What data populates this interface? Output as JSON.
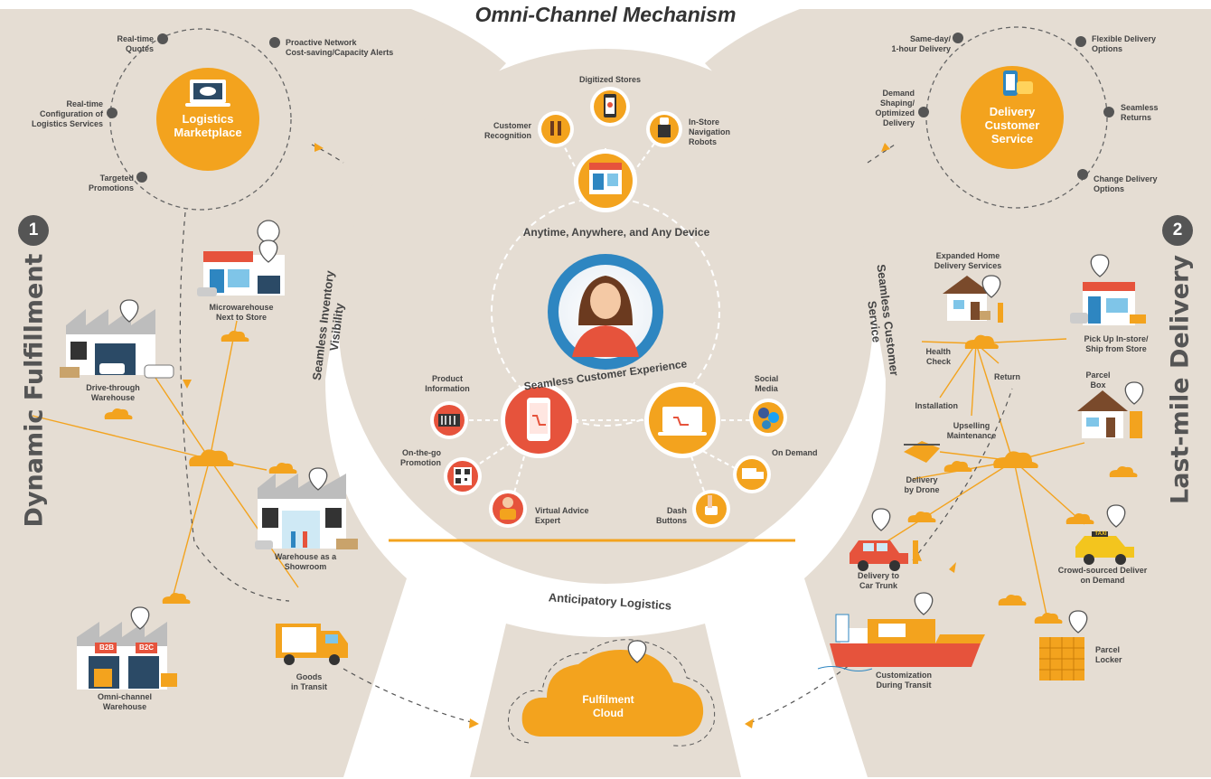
{
  "title": "Omni-Channel Mechanism",
  "colors": {
    "background": "#e5ddd3",
    "orange": "#f3a31e",
    "red": "#e6533c",
    "blue": "#2e86c1",
    "dark": "#555555"
  },
  "left_section": {
    "number": "1",
    "title": "Dynamic Fulfillment",
    "hub": {
      "label": "Logistics\nMarketplace",
      "icon": "laptop-cloud-icon"
    },
    "hub_items": [
      "Real-time\nQuotes",
      "Proactive Network\nCost-saving/Capacity Alerts",
      "Real-time\nConﬁguration of\nLogistics Services",
      "Targeted\nPromotions"
    ],
    "nodes": [
      {
        "label": "Microwarehouse\nNext to Store",
        "icon": "store-icon"
      },
      {
        "label": "Drive-through\nWarehouse",
        "icon": "warehouse-icon"
      },
      {
        "label": "Warehouse as a\nShowroom",
        "icon": "showroom-icon"
      },
      {
        "label": "Omni-channel\nWarehouse",
        "icon": "warehouse-b2b-b2c-icon",
        "badges": [
          "B2B",
          "B2C"
        ]
      },
      {
        "label": "Goods\nin Transit",
        "icon": "truck-icon"
      }
    ]
  },
  "right_section": {
    "number": "2",
    "title": "Last-mile Delivery",
    "hub": {
      "label": "Delivery\nCustomer\nService",
      "icon": "phone-hand-icon"
    },
    "hub_items": [
      "Same-day/\n1-hour Delivery",
      "Flexible Delivery\nOptions",
      "Demand\nShaping/\nOptimized\nDelivery",
      "Seamless\nReturns",
      "Change Delivery\nOptions"
    ],
    "nodes": [
      {
        "label": "Expanded Home\nDelivery Services",
        "icon": "house-icon"
      },
      {
        "label": "Pick Up In-store/\nShip from Store",
        "icon": "store-icon"
      },
      {
        "label": "Health\nCheck",
        "icon": "dot-icon"
      },
      {
        "label": "Return",
        "icon": "dot-icon"
      },
      {
        "label": "Installation",
        "icon": "dot-icon"
      },
      {
        "label": "Upselling\nMaintenance",
        "icon": "dot-icon"
      },
      {
        "label": "Parcel\nBox",
        "icon": "parcel-box-icon"
      },
      {
        "label": "Delivery\nby Drone",
        "icon": "drone-icon"
      },
      {
        "label": "Delivery to\nCar Trunk",
        "icon": "car-icon"
      },
      {
        "label": "Crowd-sourced Deliver\non Demand",
        "icon": "taxi-icon",
        "badge": "TAXI"
      },
      {
        "label": "Customization\nDuring Transit",
        "icon": "ship-icon"
      },
      {
        "label": "Parcel\nLocker",
        "icon": "locker-icon"
      }
    ]
  },
  "center": {
    "inner_arc_top": "Anytime, Anywhere, and Any Device",
    "inner_arc_bottom": "Seamless Customer Experience",
    "avatar_icon": "customer-avatar-icon",
    "top_hub_icon": "storefront-icon",
    "top_items": [
      {
        "label": "Digitized Stores",
        "icon": "phone-location-icon"
      },
      {
        "label": "Customer\nRecognition",
        "icon": "people-icon"
      },
      {
        "label": "In-Store\nNavigation\nRobots",
        "icon": "robot-icon"
      }
    ],
    "mobile_hub_icon": "smartphone-cart-icon",
    "mobile_items": [
      {
        "label": "Product\nInformation",
        "icon": "barcode-icon"
      },
      {
        "label": "On-the-go\nPromotion",
        "icon": "qr-code-icon"
      },
      {
        "label": "Virtual Advice\nExpert",
        "icon": "expert-icon"
      }
    ],
    "laptop_hub_icon": "laptop-cart-icon",
    "laptop_items": [
      {
        "label": "Social\nMedia",
        "icon": "social-icon"
      },
      {
        "label": "On Demand",
        "icon": "delivery-icon"
      },
      {
        "label": "Dash\nButtons",
        "icon": "dash-button-icon"
      }
    ]
  },
  "flows": {
    "left": "Seamless Inventory\nVisibility",
    "right": "Seamless Customer\nService",
    "bottom": "Anticipatory Logistics"
  },
  "cloud": {
    "label": "Fulfilment\nCloud"
  }
}
